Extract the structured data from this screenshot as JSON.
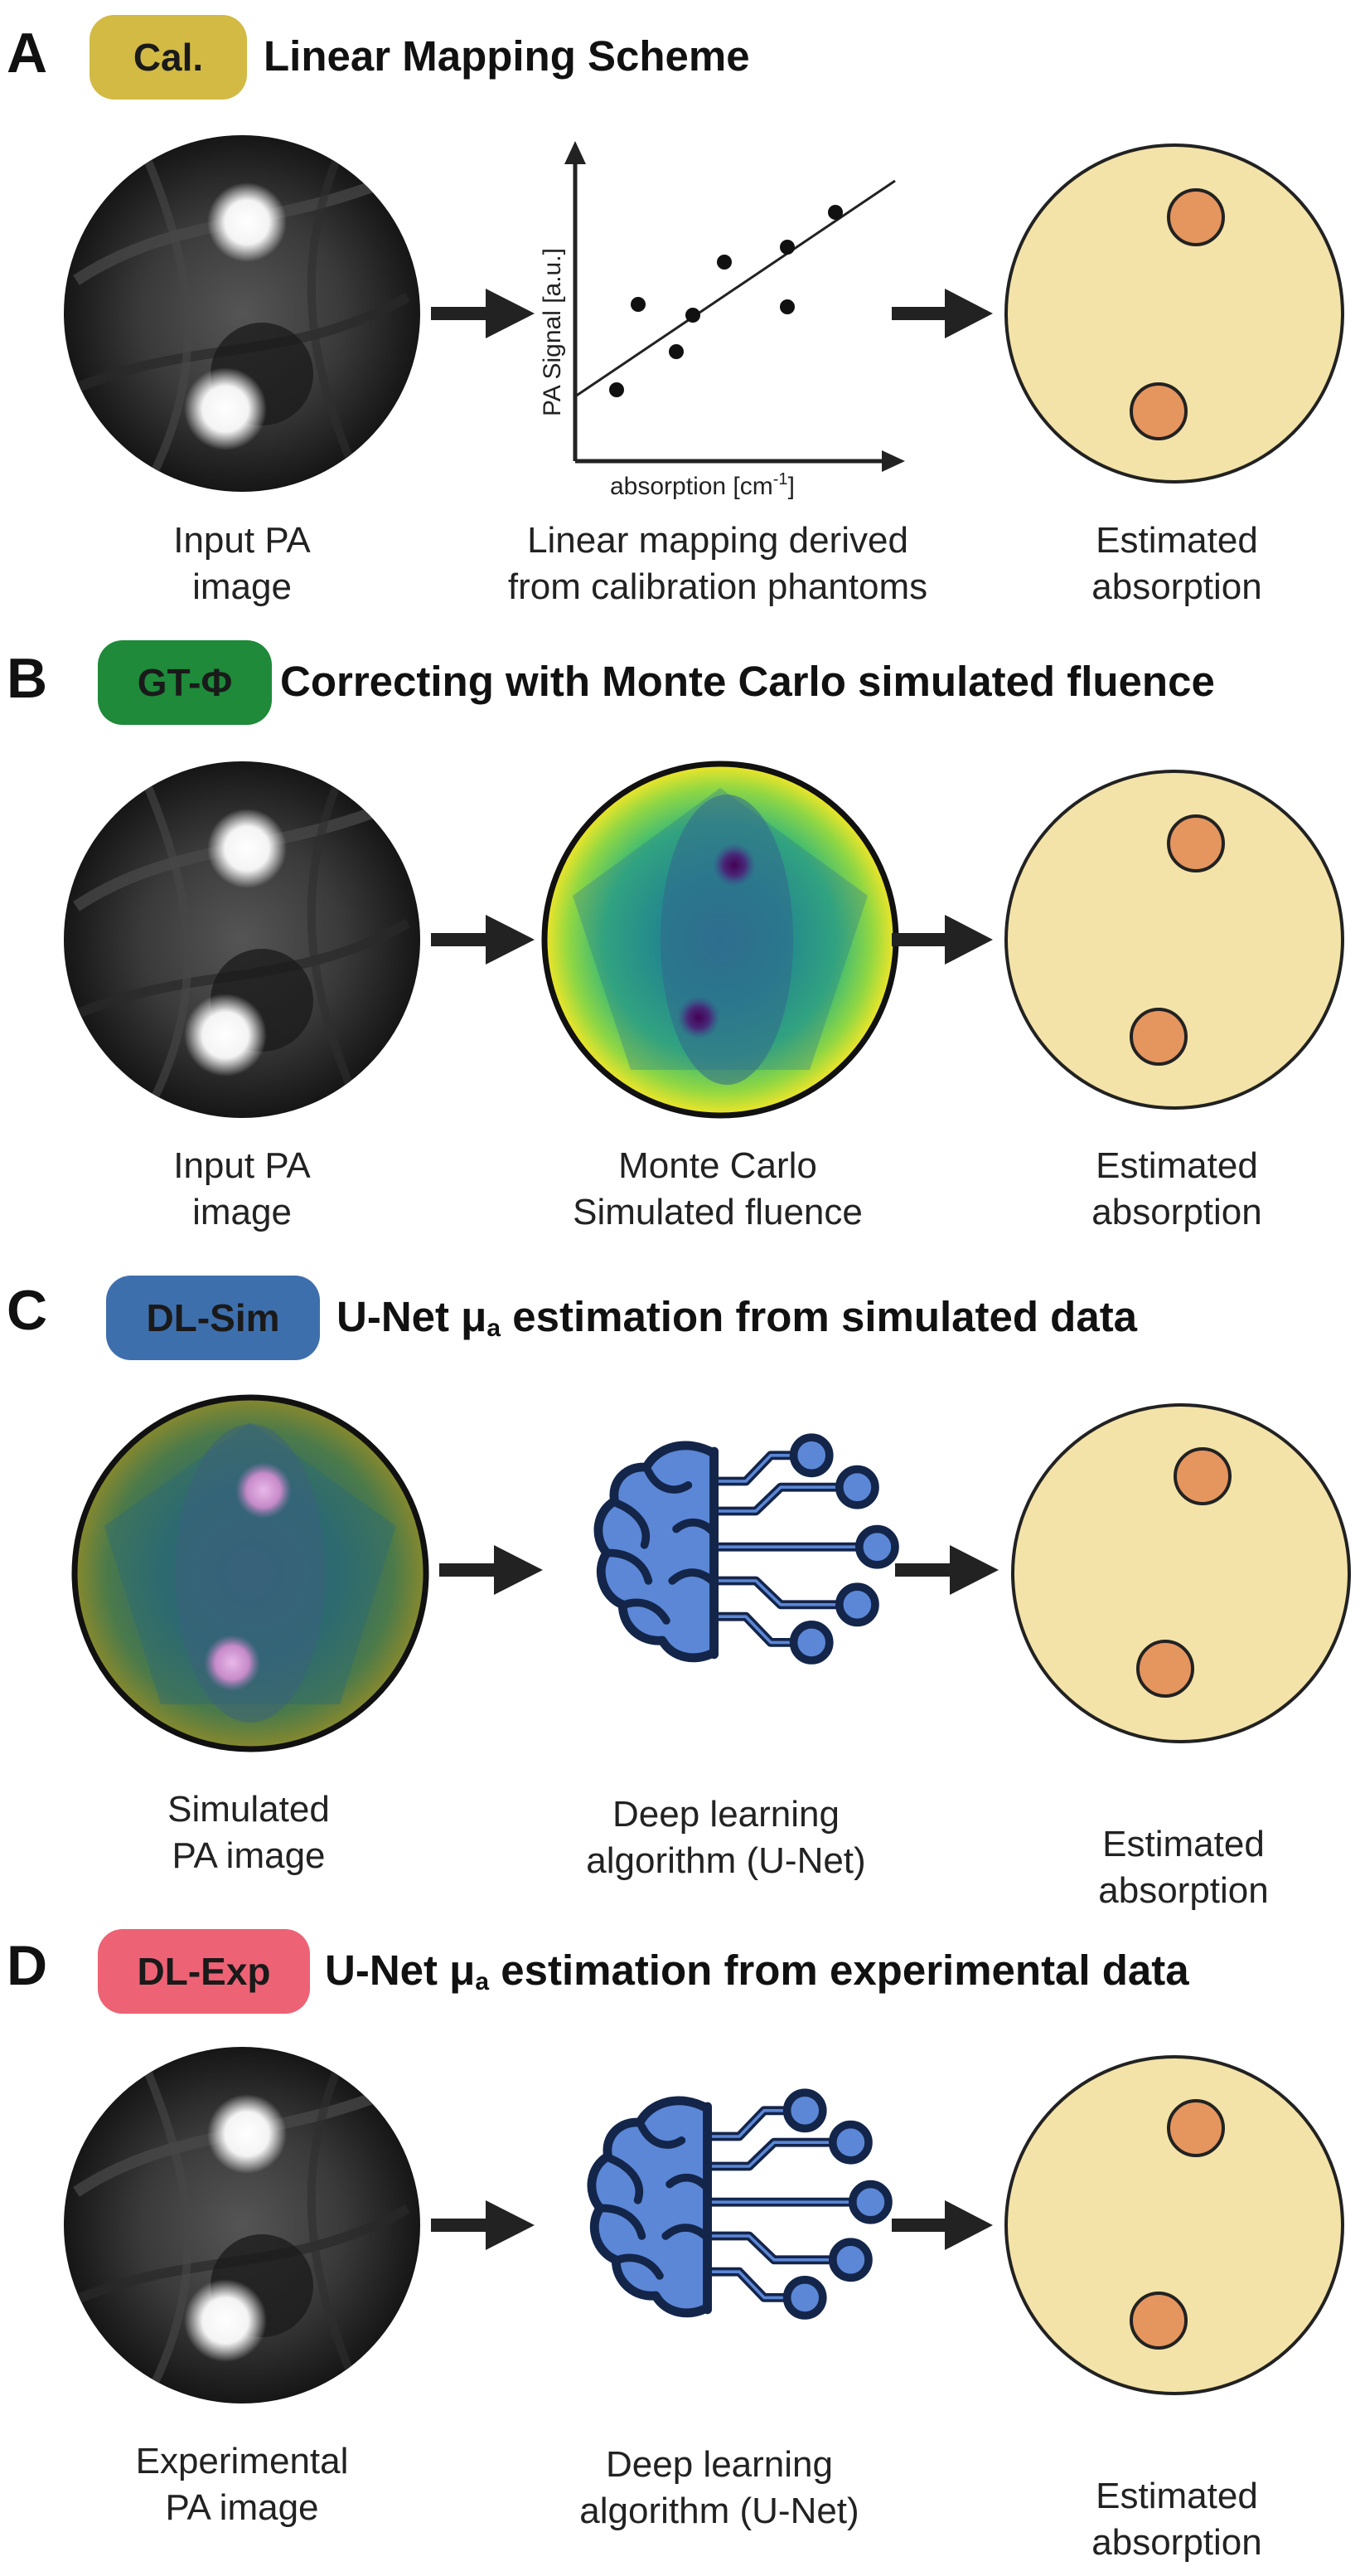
{
  "panels": [
    {
      "letter": "A",
      "badge": "Cal.",
      "badge_color": "#D2BA44",
      "badge_text_color": "#111111",
      "title": "Linear Mapping Scheme",
      "title_symbol": "",
      "title_rest": "",
      "captions": [
        [
          "Input PA",
          "image"
        ],
        [
          "Linear mapping derived",
          "from calibration phantoms"
        ],
        [
          "Estimated",
          "absorption"
        ]
      ]
    },
    {
      "letter": "B",
      "badge": "GT-Φ",
      "badge_color": "#1E8A3A",
      "badge_text_color": "#111111",
      "title": "Correcting with Monte Carlo simulated fluence",
      "title_symbol": "",
      "title_rest": "",
      "captions": [
        [
          "Input PA",
          "image"
        ],
        [
          "Monte Carlo",
          "Simulated fluence"
        ],
        [
          "Estimated",
          "absorption"
        ]
      ]
    },
    {
      "letter": "C",
      "badge": "DL-Sim",
      "badge_color": "#3E6FAD",
      "badge_text_color": "#111111",
      "title": "U-Net μ",
      "title_symbol": "a",
      "title_rest": " estimation from simulated data",
      "captions": [
        [
          "Simulated",
          "PA image"
        ],
        [
          "Deep learning",
          "algorithm (U-Net)"
        ],
        [
          "Estimated",
          "absorption"
        ]
      ]
    },
    {
      "letter": "D",
      "badge": "DL-Exp",
      "badge_color": "#EE6275",
      "badge_text_color": "#111111",
      "title": "U-Net μ",
      "title_symbol": "a",
      "title_rest": " estimation from experimental data",
      "captions": [
        [
          "Experimental",
          "PA image"
        ],
        [
          "Deep learning",
          "algorithm (U-Net)"
        ],
        [
          "Estimated",
          "absorption"
        ]
      ]
    }
  ],
  "plot": {
    "ylabel": "PA Signal [a.u.]",
    "xlabel_main": "absorption [cm",
    "xlabel_sup": "-1",
    "xlabel_end": "]"
  },
  "colors": {
    "phantom_fill": "#F3E3A8",
    "inclusion_fill": "#E5955E",
    "brain_fill": "#5B87D6",
    "arrow": "#222222"
  }
}
